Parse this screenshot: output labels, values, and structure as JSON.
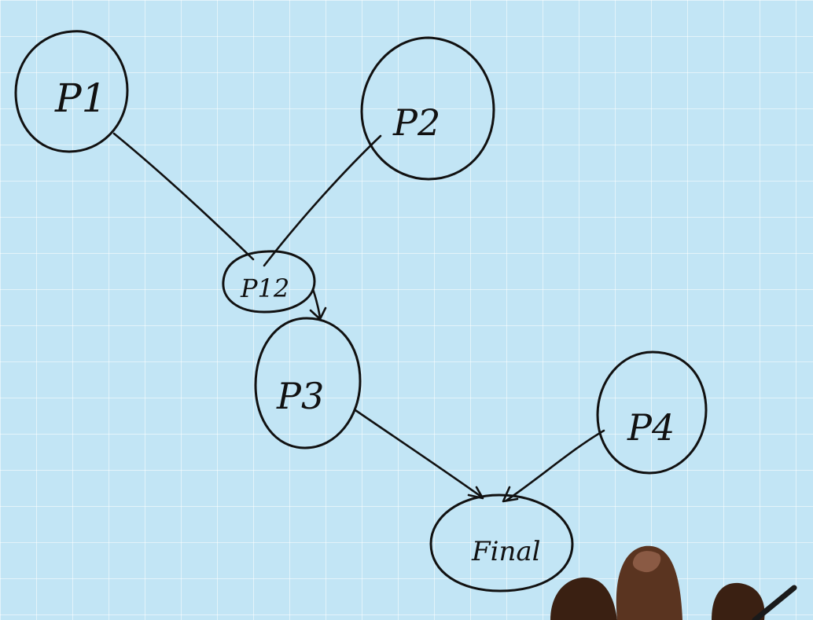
{
  "nodes": {
    "p1": {
      "label": "P1"
    },
    "p2": {
      "label": "P2"
    },
    "p12": {
      "label": "P12"
    },
    "p3": {
      "label": "P3"
    },
    "p4": {
      "label": "P4"
    },
    "final": {
      "label": "Final"
    }
  },
  "edges": [
    {
      "from": "p1",
      "to": "p12"
    },
    {
      "from": "p2",
      "to": "p12"
    },
    {
      "from": "p12",
      "to": "p3"
    },
    {
      "from": "p3",
      "to": "final"
    },
    {
      "from": "p4",
      "to": "final"
    }
  ],
  "colors": {
    "board": "#c2e5f5",
    "ink": "#111111"
  }
}
